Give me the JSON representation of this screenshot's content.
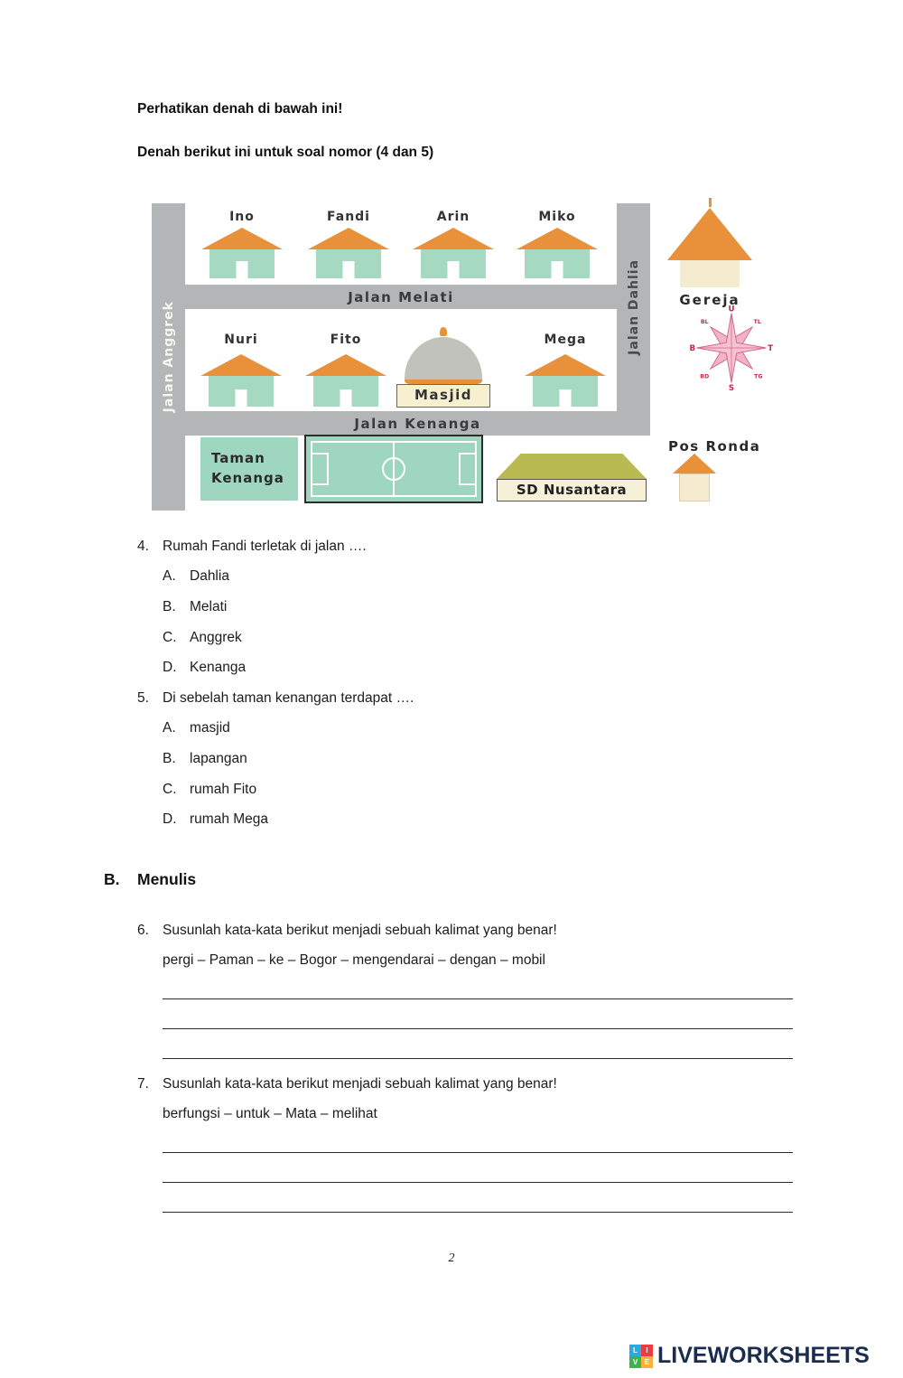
{
  "headings": {
    "line1": "Perhatikan denah di bawah ini!",
    "line2": "Denah berikut ini untuk soal nomor (4 dan 5)"
  },
  "map": {
    "road_anggrek": "Jalan Anggrek",
    "road_dahlia": "Jalan Dahlia",
    "road_melati": "Jalan Melati",
    "road_kenanga": "Jalan Kenanga",
    "houses_top": [
      "Ino",
      "Fandi",
      "Arin",
      "Miko"
    ],
    "houses_mid": [
      "Nuri",
      "Fito",
      "Mega"
    ],
    "masjid_label": "Masjid",
    "gereja_label": "Gereja",
    "taman_line1": "Taman",
    "taman_line2": "Kenanga",
    "sd_label": "SD Nusantara",
    "pos_ronda_label": "Pos Ronda",
    "compass": {
      "n": "U",
      "ne": "TL",
      "e": "T",
      "se": "TG",
      "s": "S",
      "sw": "BD",
      "w": "B",
      "nw": "BL"
    },
    "colors": {
      "road": "#b3b5b7",
      "roof_orange": "#e8913a",
      "house_teal": "#a6d9c1",
      "field_teal": "#9fd6c0",
      "sd_roof_olive": "#b9bb52",
      "cream": "#f5ecd0",
      "compass_pink": "#f3b3c6"
    }
  },
  "q4": {
    "number": "4.",
    "text": "Rumah Fandi terletak di jalan ….",
    "options": [
      {
        "label": "A.",
        "text": "Dahlia"
      },
      {
        "label": "B.",
        "text": "Melati"
      },
      {
        "label": "C.",
        "text": "Anggrek"
      },
      {
        "label": "D.",
        "text": "Kenanga"
      }
    ]
  },
  "q5": {
    "number": "5.",
    "text": "Di sebelah taman kenangan terdapat ….",
    "options": [
      {
        "label": "A.",
        "text": "masjid"
      },
      {
        "label": "B.",
        "text": "lapangan"
      },
      {
        "label": "C.",
        "text": "rumah Fito"
      },
      {
        "label": "D.",
        "text": "rumah Mega"
      }
    ]
  },
  "section_b": {
    "label": "B.",
    "title": "Menulis"
  },
  "q6": {
    "number": "6.",
    "text": "Susunlah kata-kata berikut menjadi sebuah kalimat yang benar!",
    "words": "pergi – Paman – ke – Bogor – mengendarai – dengan – mobil"
  },
  "q7": {
    "number": "7.",
    "text": "Susunlah kata-kata berikut menjadi sebuah kalimat yang benar!",
    "words": "berfungsi – untuk – Mata – melihat"
  },
  "page_number": "2",
  "footer": {
    "brand": "LIVEWORKSHEETS",
    "icon_letters": [
      "L",
      "I",
      "V",
      "E"
    ]
  }
}
